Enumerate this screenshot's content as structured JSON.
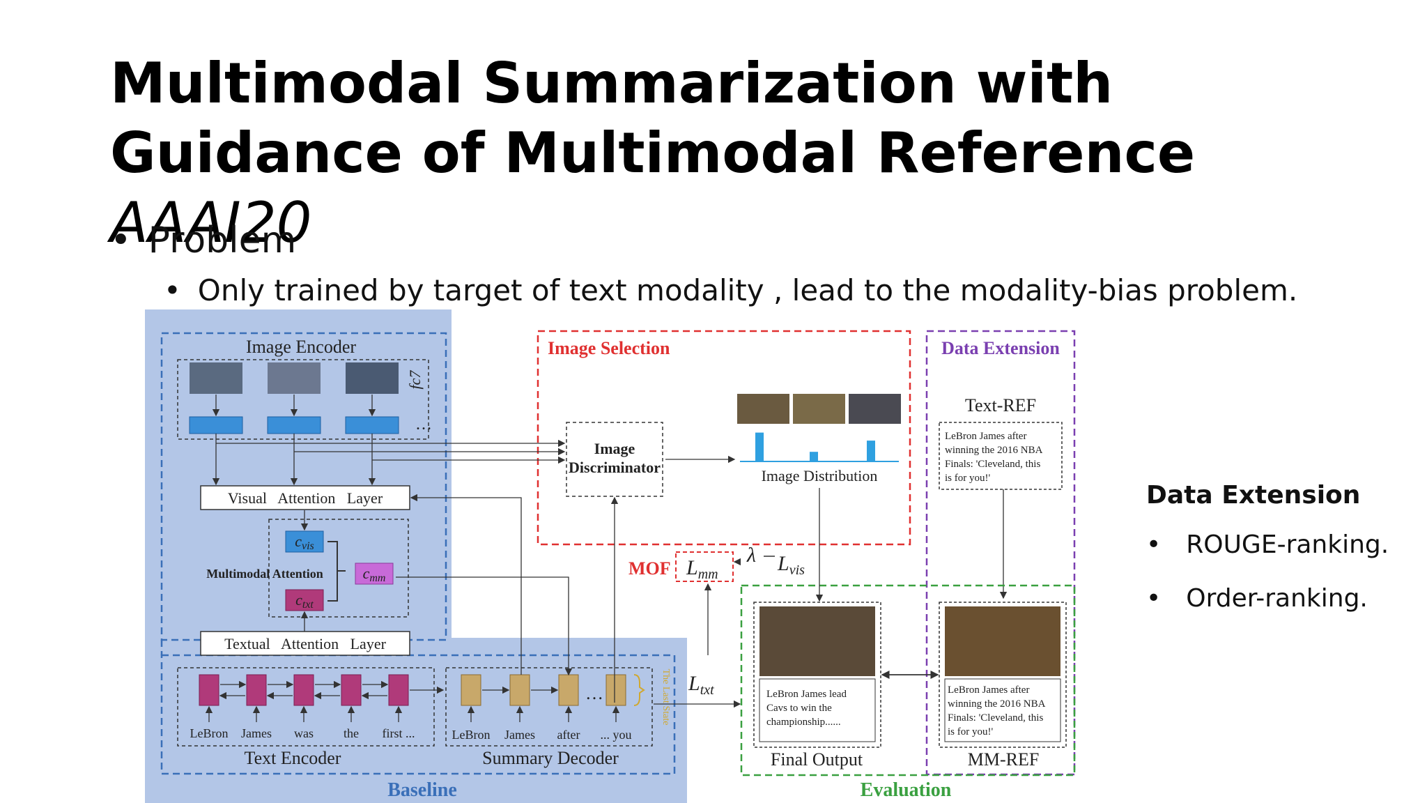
{
  "slide": {
    "title_main": "Multimodal Summarization with Guidance of Multimodal Reference",
    "title_venue": "AAAI20",
    "bullet_1": "Problem",
    "bullet_1_1": "Only trained by target of text modality , lead to the modality-bias problem."
  },
  "side_panel": {
    "heading": "Data Extension",
    "items": [
      "ROUGE-ranking.",
      "Order-ranking."
    ]
  },
  "diagram": {
    "image_encoder": "Image Encoder",
    "fc7": "fc7",
    "visual_attention": "Visual   Attention   Layer",
    "multimodal_attention": "Multimodal Attention",
    "c_vis": "c",
    "c_vis_sub": "vis",
    "c_mm": "c",
    "c_mm_sub": "mm",
    "c_txt": "c",
    "c_txt_sub": "txt",
    "textual_attention": "Textual   Attention   Layer",
    "text_encoder": "Text Encoder",
    "summary_decoder": "Summary Decoder",
    "last_state": "The Last State",
    "baseline": "Baseline",
    "enc_words": [
      "LeBron",
      "James",
      "was",
      "the",
      "first ..."
    ],
    "dec_words": [
      "LeBron",
      "James",
      "after",
      "... you"
    ],
    "image_selection": "Image Selection",
    "image_discriminator_1": "Image",
    "image_discriminator_2": "Discriminator",
    "image_distribution": "Image Distribution",
    "data_extension": "Data Extension",
    "text_ref": "Text-REF",
    "text_ref_body": [
      "LeBron James after",
      "winning the 2016 NBA",
      "Finals: 'Cleveland, this",
      "is for you!'"
    ],
    "mof": "MOF",
    "l_mm": "L",
    "l_mm_sub": "mm",
    "lambda": "λ",
    "l_vis": "L",
    "l_vis_sub": "vis",
    "l_txt": "L",
    "l_txt_sub": "txt",
    "final_output_body": [
      "LeBron James lead",
      "Cavs to win the",
      "championship......"
    ],
    "final_output": "Final Output",
    "mm_ref_body": [
      "LeBron James after",
      "winning the 2016 NBA",
      "Finals: 'Cleveland, this",
      "is for you!'"
    ],
    "mm_ref": "MM-REF",
    "evaluation": "Evaluation",
    "dist_bars": [
      0.9,
      0.3,
      0.65
    ],
    "colors": {
      "baseline_bg": "#b3c6e7",
      "selection": "#e03030",
      "extension": "#7a3fb0",
      "evaluation": "#3aa040",
      "enc_cell": "#b03a7a",
      "dec_cell": "#c8a86a",
      "feat_cell": "#3a8fd8",
      "cmm": "#c86ad8",
      "bar": "#2fa0e0"
    }
  }
}
